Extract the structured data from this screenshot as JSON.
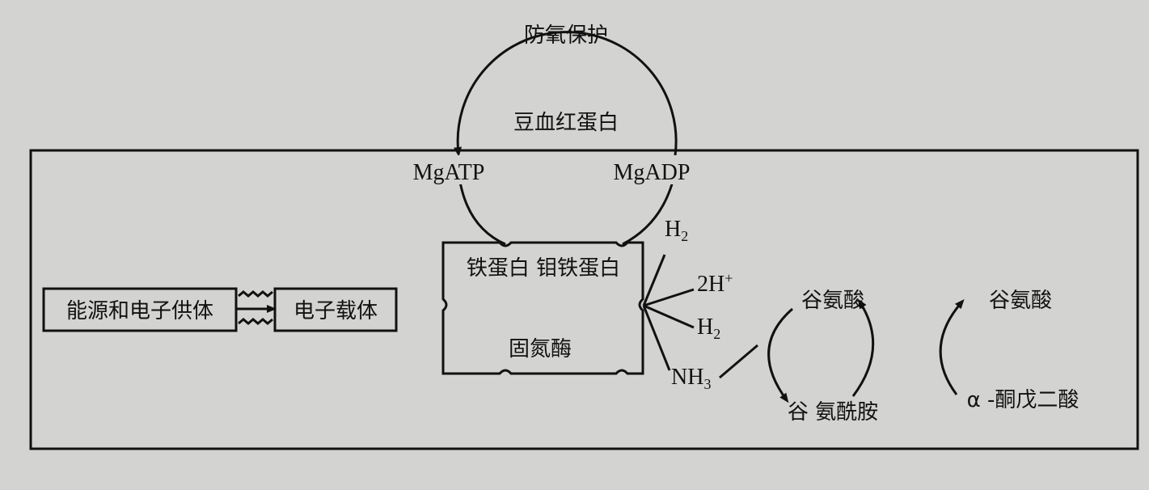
{
  "labels": {
    "oxygen_protection": "防氧保护",
    "leghemoglobin": "豆血红蛋白",
    "mgatp": "MgATP",
    "mgadp": "MgADP",
    "fe_protein_mofe_protein": "铁蛋白 钼铁蛋白",
    "nitrogenase": "固氮酶",
    "energy_electron_donor": "能源和电子供体",
    "electron_carrier": "电子载体",
    "h2_top": "H",
    "h2_top_sub": "2",
    "two_h_plus": "2H",
    "two_h_plus_sup": "+",
    "h2_bottom": "H",
    "h2_bottom_sub": "2",
    "nh3": "NH",
    "nh3_sub": "3",
    "glutamate_left": "谷氨酸",
    "glutamine": "谷 氨酰胺",
    "glutamate_right": "谷氨酸",
    "alpha_ketoglutarate": "α -酮戊二酸"
  },
  "colors": {
    "background": "#d3d3d1",
    "ink": "#111111"
  }
}
